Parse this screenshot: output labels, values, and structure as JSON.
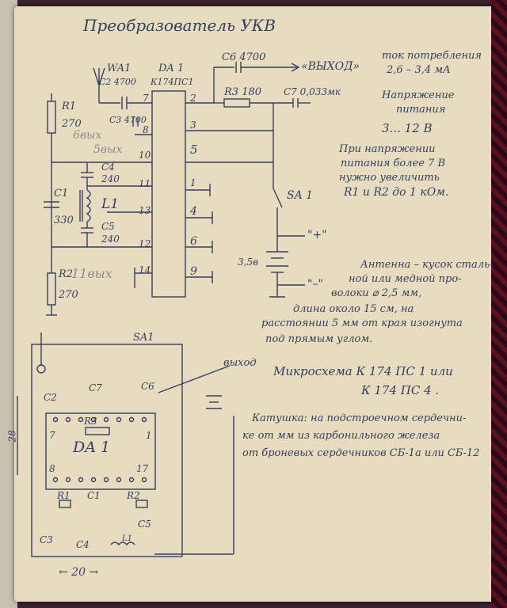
{
  "title": "Преобразователь УКВ",
  "schematic": {
    "antenna": "WA1",
    "chip": "DA 1",
    "chip_type": "К174ПС1",
    "c2": "C2 4700",
    "c3": "C3 4700",
    "c6": "C6 4700",
    "output": "«ВЫХОД»",
    "r3": "R3 180",
    "c7": "C7 0,033мк",
    "r1": "R1",
    "r1_val": "270",
    "r2": "R2",
    "r2_val": "270",
    "c1": "C1",
    "c1_val": "330",
    "c4": "C4",
    "c4_val": "240",
    "l1": "L1",
    "c5": "C5",
    "c5_val": "240",
    "pins_left": [
      "7",
      "8",
      "10",
      "11",
      "13",
      "12",
      "14"
    ],
    "pins_right": [
      "2",
      "3",
      "5",
      "1",
      "4",
      "6",
      "9"
    ],
    "sa1": "SA 1",
    "battery": "3,5в",
    "plus": "\"+\"",
    "minus": "\"–\"",
    "pencil_1": "6вых",
    "pencil_2": "5вых",
    "pencil_3": "11вых"
  },
  "notes": {
    "current_line1": "ток потребления",
    "current_line2": "2,6 – 3,4 мА",
    "voltage_line1": "Напряжение",
    "voltage_line2": "питания",
    "voltage_line3": "3... 12 В",
    "high_voltage_1": "При напряжении",
    "high_voltage_2": "питания более 7 В",
    "high_voltage_3": "нужно увеличить",
    "high_voltage_4": "R1 и R2 до 1 кОм.",
    "antenna_1": "Антенна – кусок сталь-",
    "antenna_2": "ной или медной про-",
    "antenna_3": "волоки ⌀ 2,5 мм,",
    "antenna_4": "длина около 15 см, на",
    "antenna_5": "расстоянии 5 мм от края изогнута",
    "antenna_6": "под прямым углом.",
    "chip_1": "Микросхема К 174 ПС 1 или",
    "chip_2": "К 174 ПС 4 .",
    "coil_1": "Катушка: на подстроечном сердечни-",
    "coil_2": "ке от мм из карбонильного железа",
    "coil_3": "от броневых сердечников СБ-1а или СБ-12"
  },
  "board": {
    "sa1": "SA1",
    "output": "выход",
    "c7": "C7",
    "c6": "C6",
    "c2": "C2",
    "r3": "R3",
    "pin7": "7",
    "pin1": "1",
    "chip": "DA 1",
    "pin8": "8",
    "pin17": "17",
    "r1": "R1",
    "c1": "C1",
    "r2": "R2",
    "c3": "C3",
    "c4": "C4",
    "c5": "C5",
    "l1": "L1",
    "width_dim": "← 20 →",
    "height_dim": "28"
  }
}
